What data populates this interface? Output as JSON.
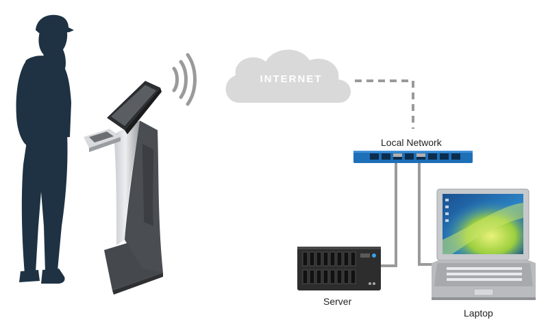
{
  "labels": {
    "cloud": "INTERNET",
    "network": "Local Network",
    "server": "Server",
    "laptop": "Laptop"
  },
  "icons": {
    "person": "person-on-phone-icon",
    "kiosk": "kiosk-terminal-icon",
    "wireless": "wireless-signal-icon",
    "cloud": "internet-cloud-icon",
    "switch": "network-switch-icon",
    "server": "server-rack-icon",
    "laptop": "laptop-icon"
  },
  "colors": {
    "silhouette": "#1e3243",
    "cloud": "#d9d9d9",
    "cloud_text": "#ffffff",
    "switch": "#1d6fb8",
    "cable": "#9a9a9a",
    "dashed_link": "#9a9a9a",
    "kiosk_body": "#4a4d52",
    "screen_sky": "#2a6fb0",
    "screen_glow": "#b7d84a"
  }
}
